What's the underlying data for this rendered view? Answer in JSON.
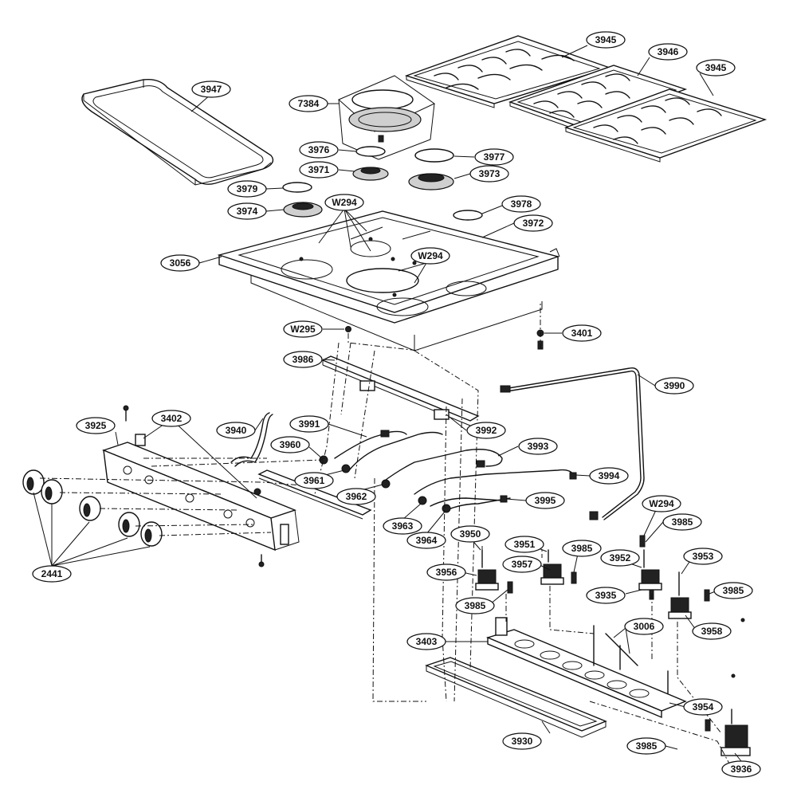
{
  "parts": [
    {
      "id": "p3945a",
      "label": "3945"
    },
    {
      "id": "p3946",
      "label": "3946"
    },
    {
      "id": "p3945b",
      "label": "3945"
    },
    {
      "id": "p3947",
      "label": "3947"
    },
    {
      "id": "p7384",
      "label": "7384"
    },
    {
      "id": "p3976",
      "label": "3976"
    },
    {
      "id": "p3977",
      "label": "3977"
    },
    {
      "id": "p3971",
      "label": "3971"
    },
    {
      "id": "p3973",
      "label": "3973"
    },
    {
      "id": "p3979",
      "label": "3979"
    },
    {
      "id": "pW294a",
      "label": "W294"
    },
    {
      "id": "p3974",
      "label": "3974"
    },
    {
      "id": "p3978",
      "label": "3978"
    },
    {
      "id": "p3972",
      "label": "3972"
    },
    {
      "id": "p3056",
      "label": "3056"
    },
    {
      "id": "pW294b",
      "label": "W294"
    },
    {
      "id": "pW295",
      "label": "W295"
    },
    {
      "id": "p3401",
      "label": "3401"
    },
    {
      "id": "p3986",
      "label": "3986"
    },
    {
      "id": "p3990",
      "label": "3990"
    },
    {
      "id": "p3925",
      "label": "3925"
    },
    {
      "id": "p3402",
      "label": "3402"
    },
    {
      "id": "p3940",
      "label": "3940"
    },
    {
      "id": "p3991",
      "label": "3991"
    },
    {
      "id": "p3992",
      "label": "3992"
    },
    {
      "id": "p3960",
      "label": "3960"
    },
    {
      "id": "p3993",
      "label": "3993"
    },
    {
      "id": "p3961",
      "label": "3961"
    },
    {
      "id": "p3994",
      "label": "3994"
    },
    {
      "id": "p3962",
      "label": "3962"
    },
    {
      "id": "p3995",
      "label": "3995"
    },
    {
      "id": "pW294c",
      "label": "W294"
    },
    {
      "id": "p3963",
      "label": "3963"
    },
    {
      "id": "p3985a",
      "label": "3985"
    },
    {
      "id": "p3964",
      "label": "3964"
    },
    {
      "id": "p3950",
      "label": "3950"
    },
    {
      "id": "p3951",
      "label": "3951"
    },
    {
      "id": "p3985b",
      "label": "3985"
    },
    {
      "id": "p3952",
      "label": "3952"
    },
    {
      "id": "p3953",
      "label": "3953"
    },
    {
      "id": "p2441",
      "label": "2441"
    },
    {
      "id": "p3956",
      "label": "3956"
    },
    {
      "id": "p3957",
      "label": "3957"
    },
    {
      "id": "p3935",
      "label": "3935"
    },
    {
      "id": "p3985c",
      "label": "3985"
    },
    {
      "id": "p3985d",
      "label": "3985"
    },
    {
      "id": "p3958",
      "label": "3958"
    },
    {
      "id": "p3006",
      "label": "3006"
    },
    {
      "id": "p3403",
      "label": "3403"
    },
    {
      "id": "p3954",
      "label": "3954"
    },
    {
      "id": "p3930",
      "label": "3930"
    },
    {
      "id": "p3985e",
      "label": "3985"
    },
    {
      "id": "p3936",
      "label": "3936"
    }
  ]
}
